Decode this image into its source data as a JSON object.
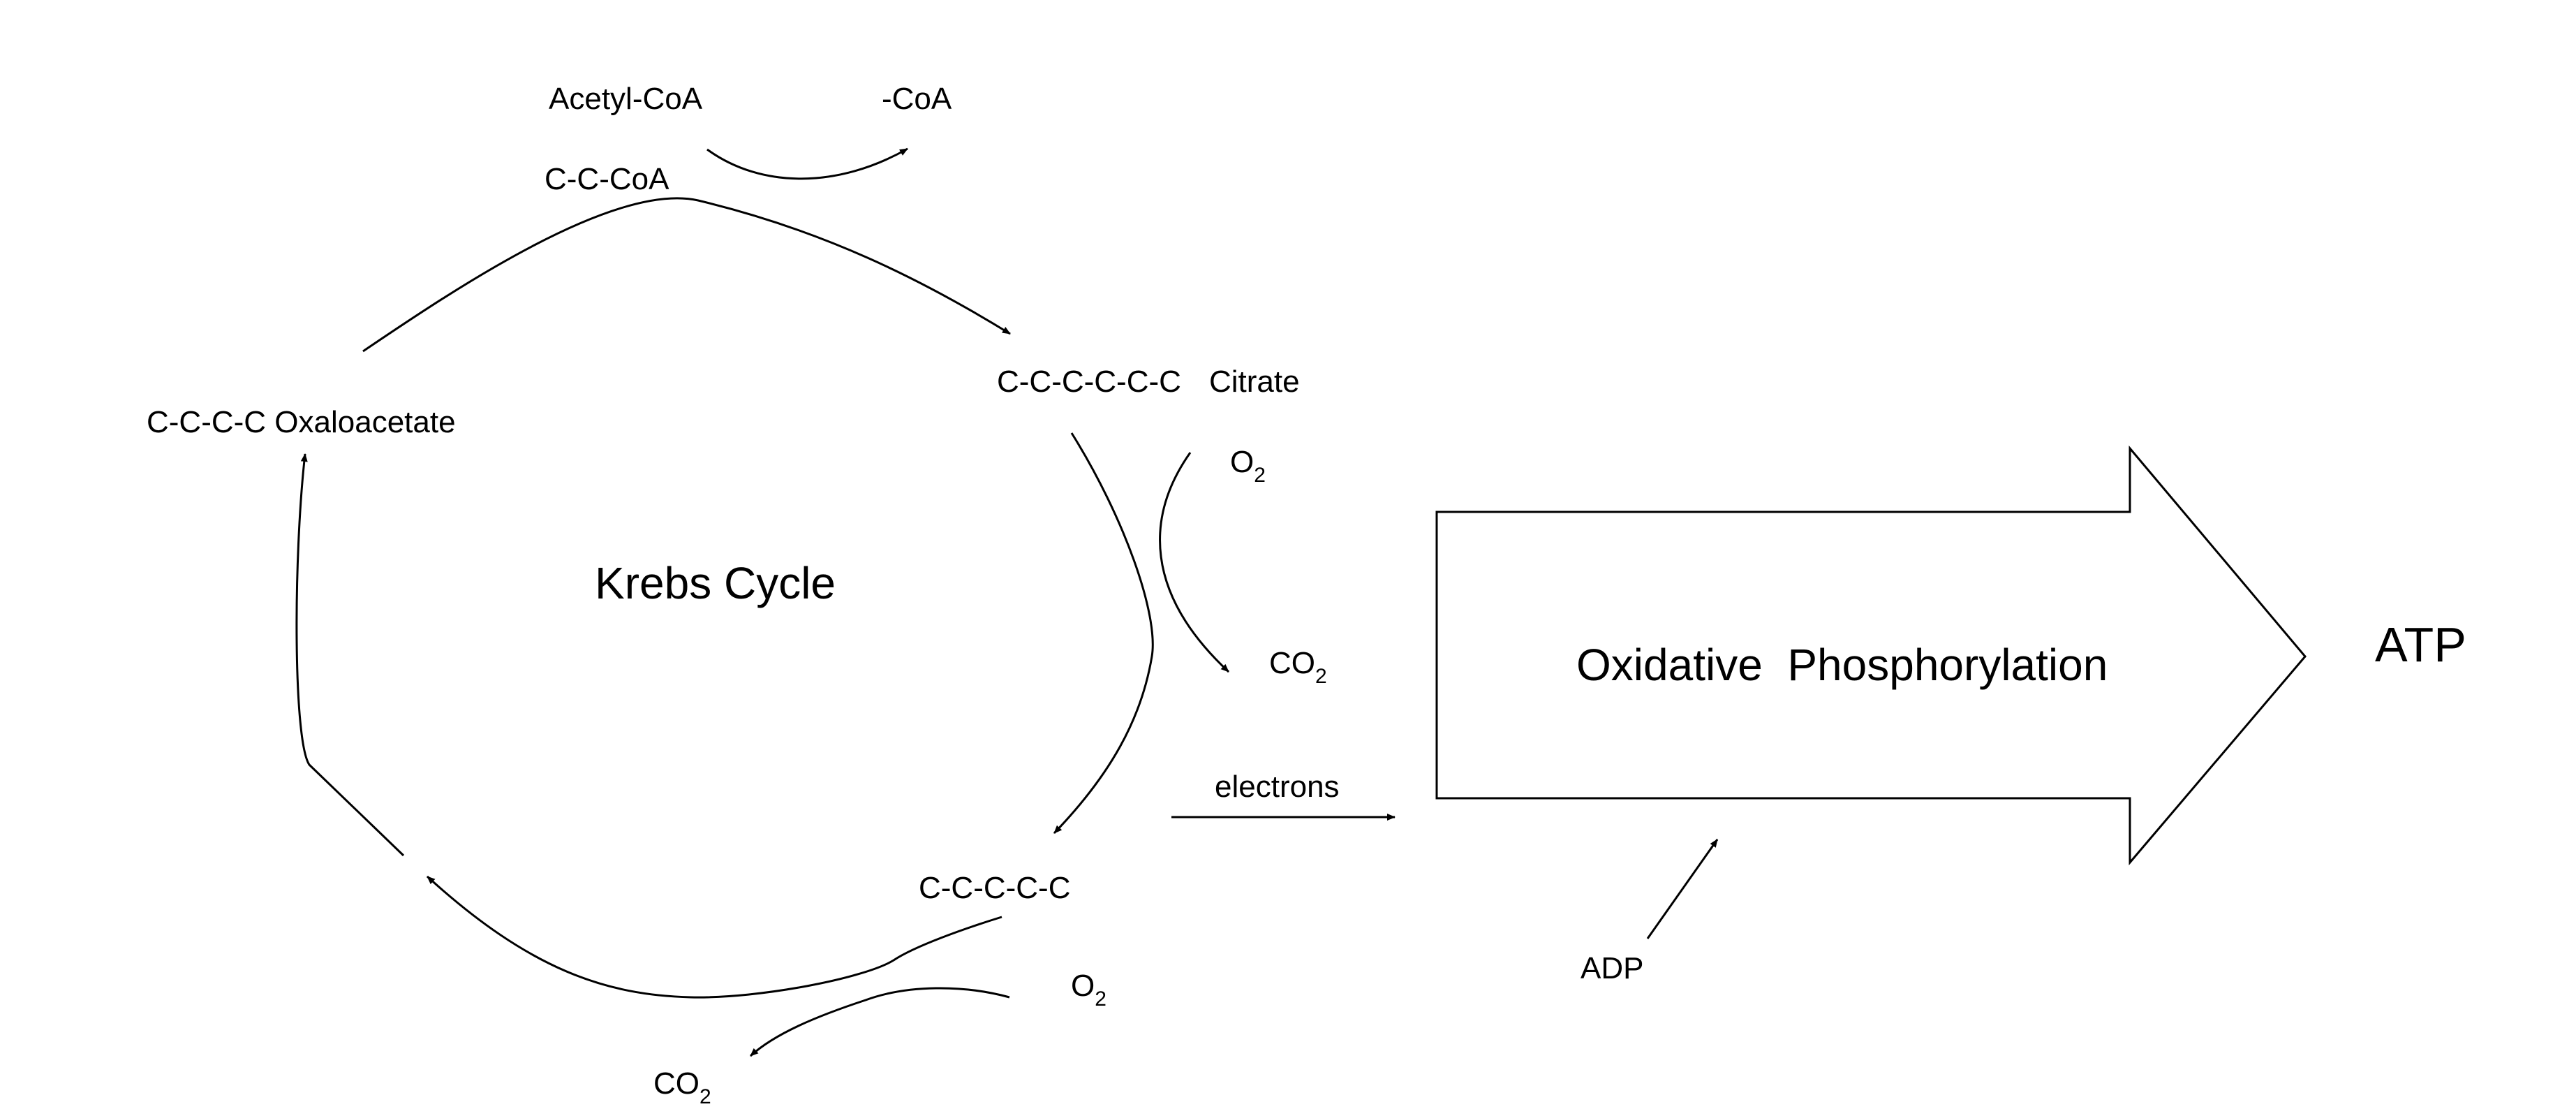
{
  "diagram": {
    "title": "Krebs Cycle",
    "acetyl_coa": "Acetyl-CoA",
    "coa_released": "-CoA",
    "two_carbon": "C-C-CoA",
    "citrate_chain": "C-C-C-C-C-C",
    "citrate_name": "Citrate",
    "oxaloacetate": "C-C-C-C Oxaloacetate",
    "five_carbon": "C-C-C-C-C",
    "o2_upper": {
      "base": "O",
      "sub": "2"
    },
    "co2_upper": {
      "base": "CO",
      "sub": "2"
    },
    "o2_lower": {
      "base": "O",
      "sub": "2"
    },
    "co2_lower": {
      "base": "CO",
      "sub": "2"
    },
    "electrons": "electrons",
    "oxphos": "Oxidative  Phosphorylation",
    "adp": "ADP",
    "atp": "ATP"
  }
}
